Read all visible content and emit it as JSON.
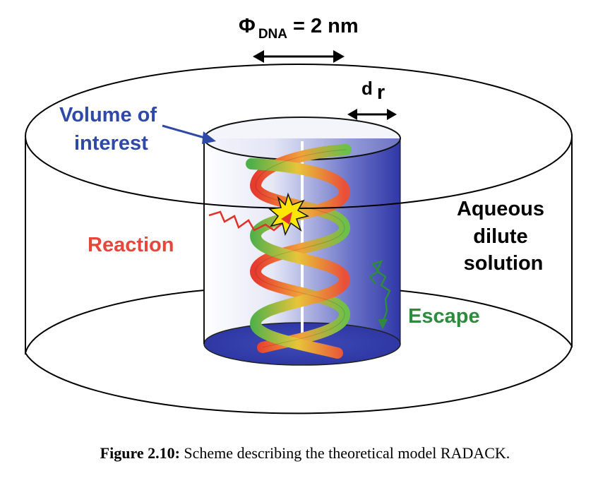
{
  "labels": {
    "phi_symbol": "Φ",
    "phi_subscript": "DNA",
    "phi_value": "= 2 nm",
    "dr_d": "d",
    "dr_r": "r",
    "volume_line1": "Volume of",
    "volume_line2": "interest",
    "aqueous_line1": "Aqueous",
    "aqueous_line2": "dilute",
    "aqueous_line3": "solution",
    "reaction": "Reaction",
    "escape": "Escape"
  },
  "caption": {
    "prefix": "Figure 2.10:",
    "text": " Scheme describing the theoretical model RADACK."
  },
  "colors": {
    "volume_label": "#2f49a8",
    "reaction_label": "#e8463a",
    "escape_label": "#2e8b3e",
    "cylinder_blue": "#3a45b0",
    "strand_red": "#e8503a",
    "strand_green": "#5cb85c",
    "burst_yellow": "#ffe600"
  }
}
